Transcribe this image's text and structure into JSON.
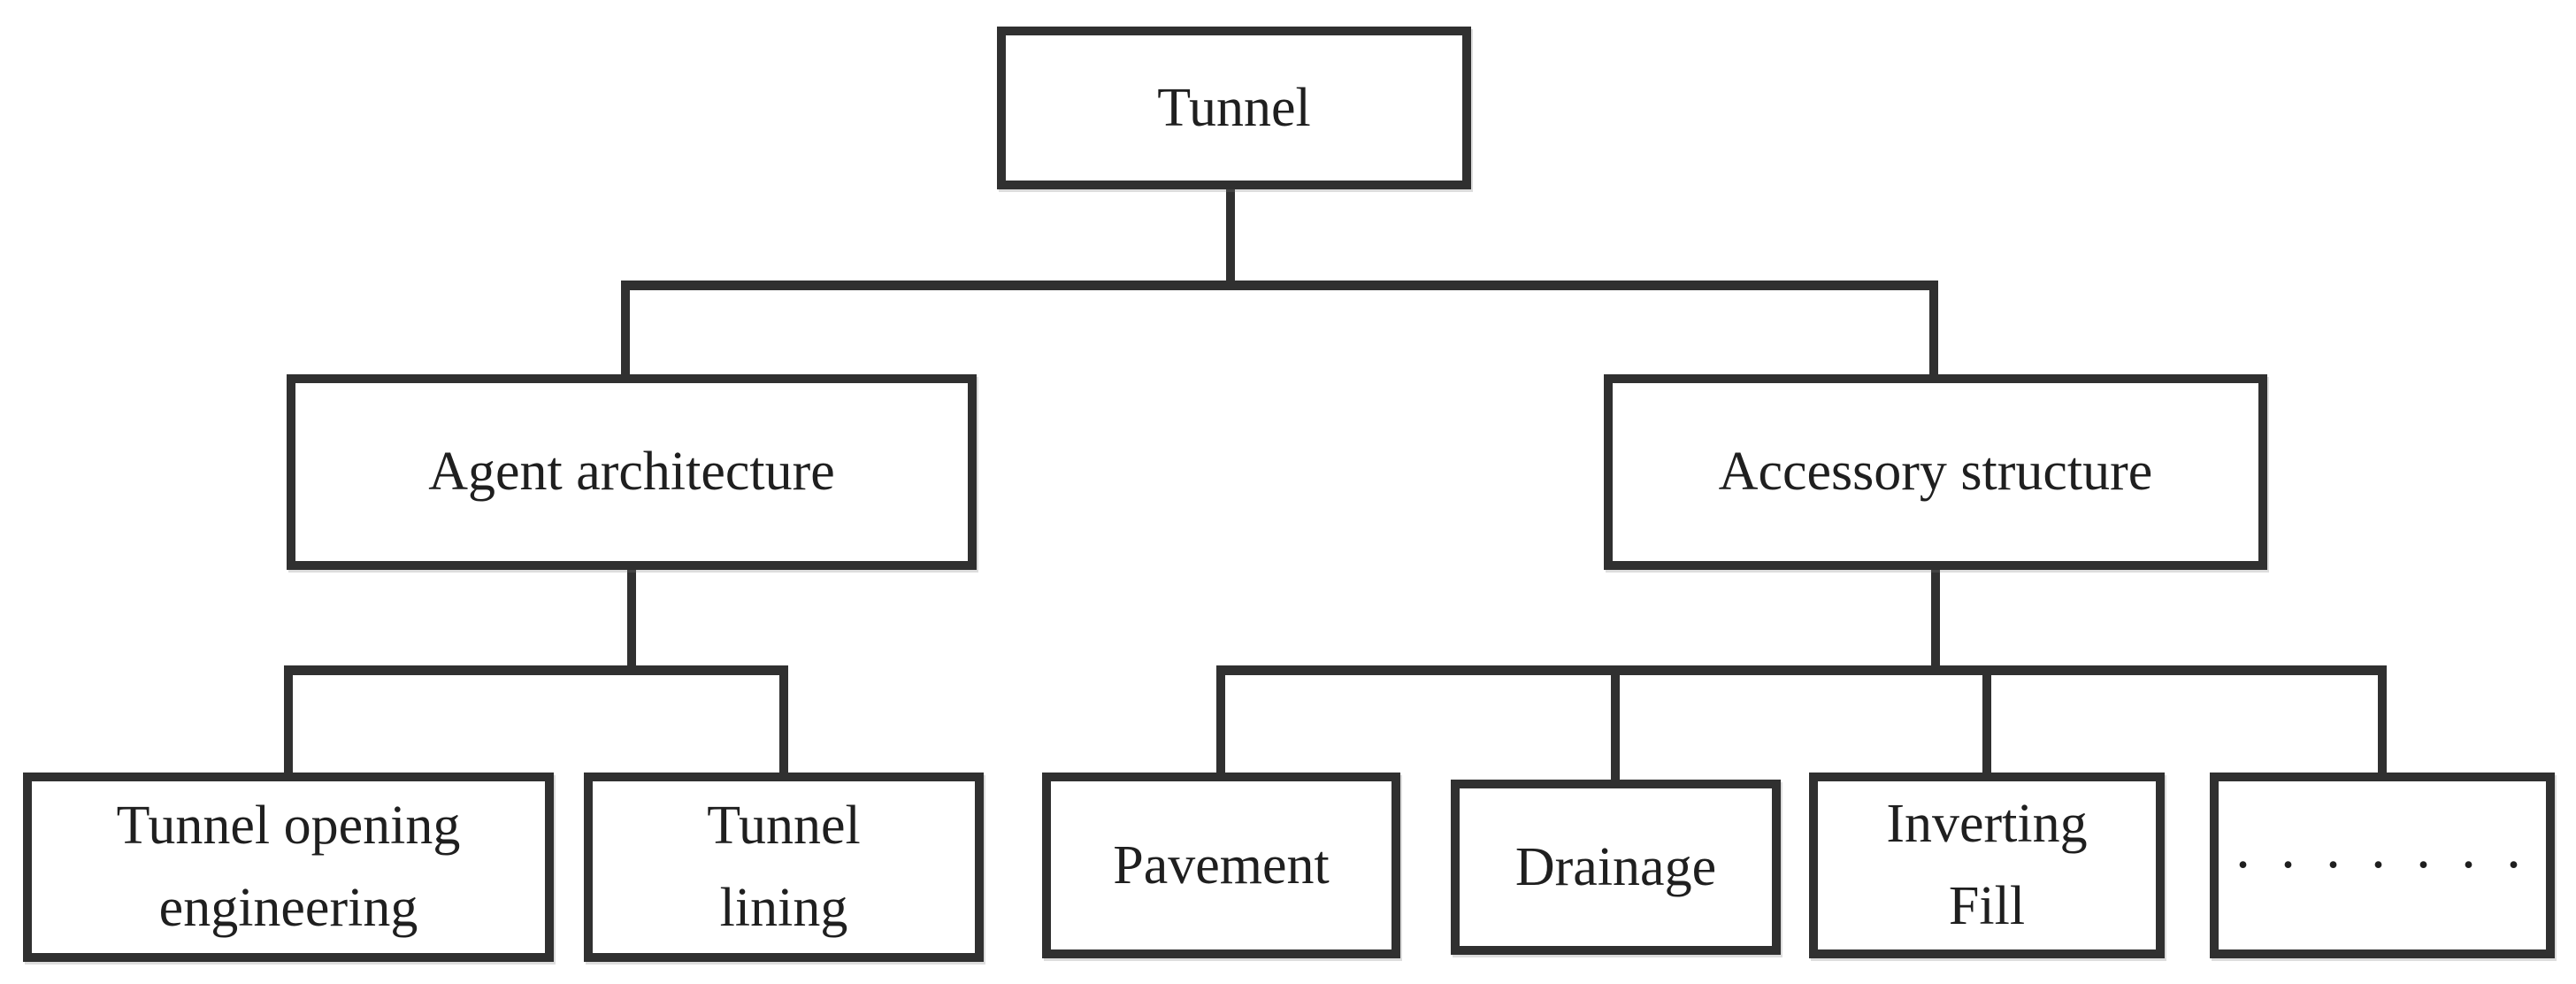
{
  "diagram": {
    "type": "tree",
    "root": "Tunnel",
    "background_color": "#ffffff",
    "line_color": "#303030",
    "text_color": "#1f1f1f",
    "nodes": {
      "tunnel": {
        "label": "Tunnel"
      },
      "agent_architecture": {
        "label": "Agent architecture"
      },
      "accessory_structure": {
        "label": "Accessory structure"
      },
      "tunnel_opening_engineering": {
        "lines": [
          "Tunnel opening",
          "engineering"
        ]
      },
      "tunnel_lining": {
        "lines": [
          "Tunnel",
          "lining"
        ]
      },
      "pavement": {
        "label": "Pavement"
      },
      "drainage": {
        "label": "Drainage"
      },
      "inverting_fill": {
        "lines": [
          "Inverting",
          "Fill"
        ]
      },
      "ellipsis": {
        "label": ". . . . . . ."
      }
    },
    "edges": [
      [
        "Tunnel",
        "Agent architecture"
      ],
      [
        "Tunnel",
        "Accessory structure"
      ],
      [
        "Agent architecture",
        "Tunnel opening engineering"
      ],
      [
        "Agent architecture",
        "Tunnel lining"
      ],
      [
        "Accessory structure",
        "Pavement"
      ],
      [
        "Accessory structure",
        "Drainage"
      ],
      [
        "Accessory structure",
        "Inverting Fill"
      ],
      [
        "Accessory structure",
        ". . . . . . ."
      ]
    ]
  }
}
